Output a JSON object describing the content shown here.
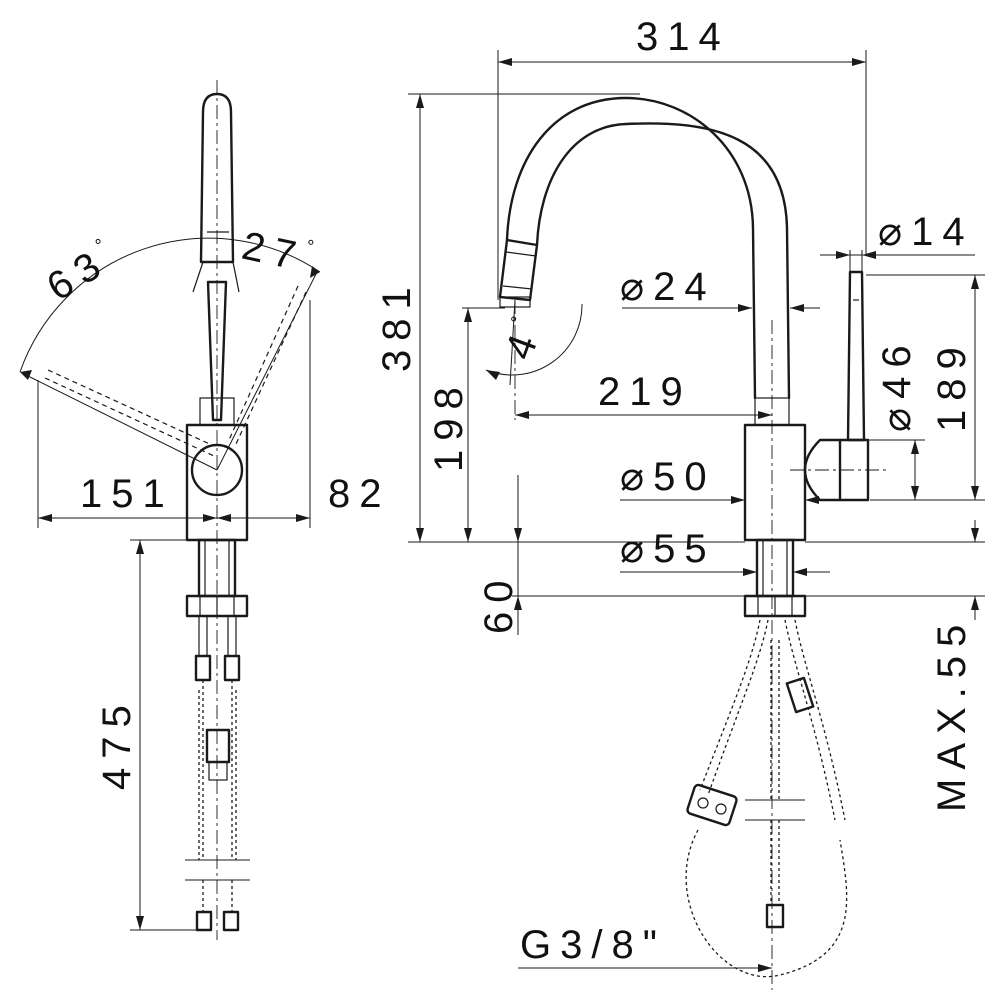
{
  "side_view": {
    "angle_left": "63",
    "angle_right": "27",
    "width_left": "151",
    "width_right": "82",
    "hose_length": "475"
  },
  "front_view": {
    "total_reach": "314",
    "total_height": "381",
    "spout_diameter": "24",
    "handle_tip_diameter": "14",
    "handle_diameter": "46",
    "spout_tilt": "4",
    "spout_reach": "219",
    "outlet_height": "198",
    "handle_height": "189",
    "body_diameter": "50",
    "base_diameter": "55",
    "base_height": "60",
    "max_deck": "MAX.55",
    "thread": "G3/8\""
  },
  "symbols": {
    "diameter": "⌀",
    "degree": "°"
  }
}
